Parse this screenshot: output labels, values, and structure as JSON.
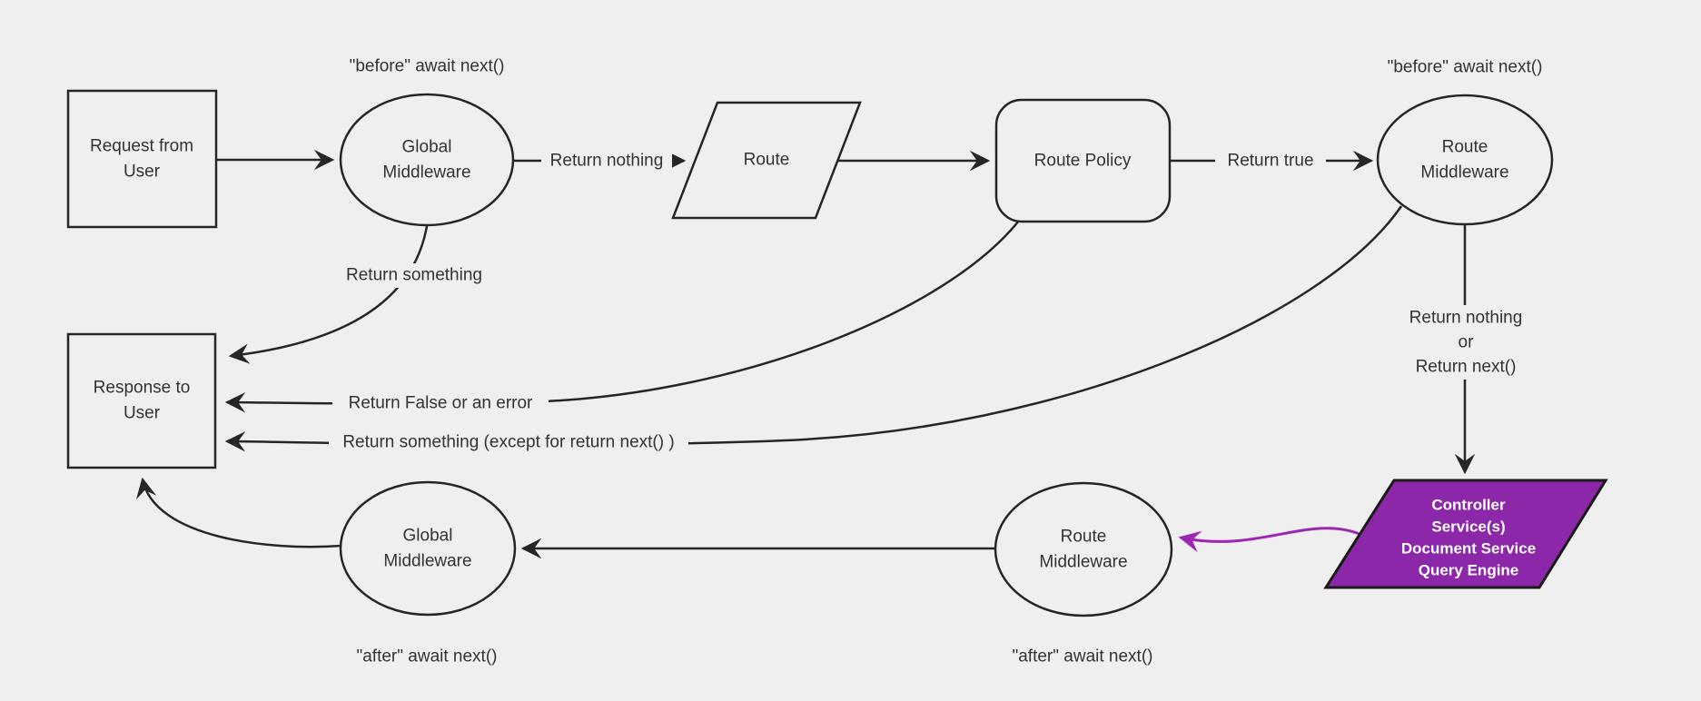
{
  "canvas": {
    "bg": "#efefef",
    "line": "#262626",
    "text": "#333333",
    "node_fill": "#efefef",
    "purple_fill": "#8b27a8",
    "purple_arrow": "#9c27b0"
  },
  "nodes": {
    "request_from_user": {
      "line1": "Request from",
      "line2": "User"
    },
    "global_middleware_top": {
      "line1": "Global",
      "line2": "Middleware"
    },
    "route": {
      "label": "Route"
    },
    "route_policy": {
      "label": "Route Policy"
    },
    "route_middleware_top": {
      "line1": "Route",
      "line2": "Middleware"
    },
    "response_to_user": {
      "line1": "Response to",
      "line2": "User"
    },
    "global_middleware_bottom": {
      "line1": "Global",
      "line2": "Middleware"
    },
    "route_middleware_bottom": {
      "line1": "Route",
      "line2": "Middleware"
    },
    "controller": {
      "line1": "Controller",
      "line2": "Service(s)",
      "line3": "Document Service",
      "line4": "Query Engine"
    }
  },
  "edge_labels": {
    "before_top_left": "\"before\" await next()",
    "before_top_right": "\"before\" await next()",
    "after_bottom_left": "\"after\" await next()",
    "after_bottom_right": "\"after\" await next()",
    "return_nothing": "Return nothing",
    "return_true": "Return true",
    "return_something": "Return something",
    "return_false_or_error": "Return False or an error",
    "return_something_except": "Return something (except for return next() )",
    "return_nothing_or_line1": "Return nothing",
    "return_nothing_or_line2": "or",
    "return_nothing_or_line3": "Return next()"
  }
}
